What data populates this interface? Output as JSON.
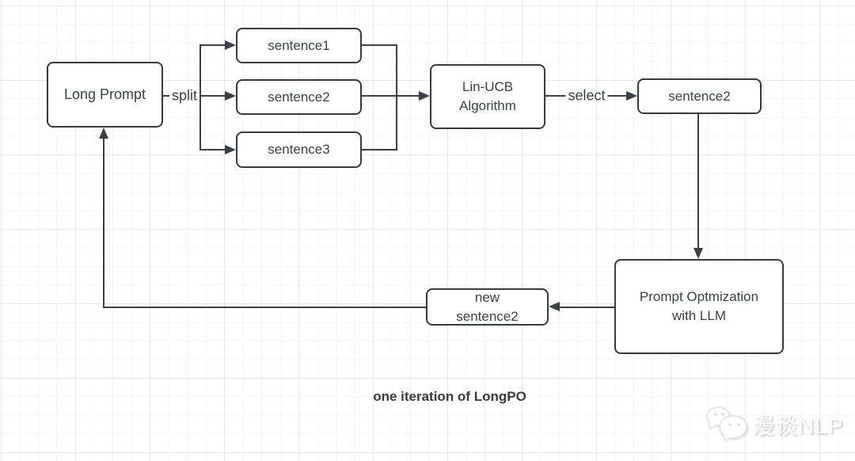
{
  "diagram": {
    "nodes": {
      "long_prompt": "Long Prompt",
      "sentence1": "sentence1",
      "sentence2": "sentence2",
      "sentence3": "sentence3",
      "lin_ucb": "Lin-UCB\nAlgorithm",
      "selected_sentence2": "sentence2",
      "prompt_optimization": "Prompt Optmization\nwith LLM",
      "new_sentence2": "new\nsentence2"
    },
    "edge_labels": {
      "split": "split",
      "select": "select"
    },
    "caption": "one iteration of LongPO"
  },
  "watermark": {
    "text": "漫谈NLP",
    "icon": "wechat-chat-bubbles-icon"
  },
  "colors": {
    "line": "#3b4046",
    "node_border": "#343a40",
    "node_fill": "#ffffff",
    "text": "#3b4046",
    "grid_minor": "#f4f4f4",
    "grid_major": "#e7e7e7",
    "background": "#ffffff"
  }
}
